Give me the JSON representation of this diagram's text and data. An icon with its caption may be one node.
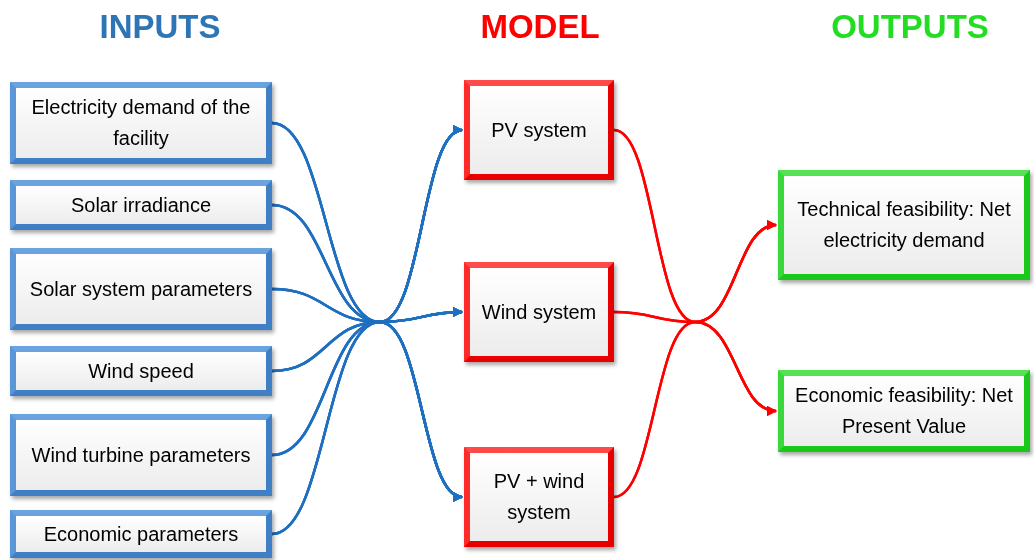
{
  "diagram": {
    "nodes": [
      {
        "text": [
          "Electricity demand of the facility"
        ]
      },
      {
        "text": [
          "Solar irradiance"
        ]
      },
      {
        "text": [
          "Solar system parameters"
        ]
      },
      {
        "text": [
          "Wind speed"
        ]
      },
      {
        "text": [
          "Wind turbine parameters"
        ]
      },
      {
        "text": [
          "Economic parameters"
        ]
      },
      {
        "text": [
          "PV system"
        ]
      },
      {
        "text": [
          "Wind system"
        ]
      },
      {
        "text": [
          "PV + wind system"
        ]
      },
      {
        "text": [
          "Technical feasibility: Net electricity demand"
        ]
      },
      {
        "text": [
          "Economic feasibility: Net Present Value"
        ]
      }
    ],
    "edges": [
      {
        "from": 0,
        "to": 6,
        "arrow": "to"
      },
      {
        "from": 0,
        "to": 7,
        "arrow": "to"
      },
      {
        "from": 0,
        "to": 8,
        "arrow": "to"
      },
      {
        "from": 1,
        "to": 6,
        "arrow": "to"
      },
      {
        "from": 1,
        "to": 7,
        "arrow": "to"
      },
      {
        "from": 1,
        "to": 8,
        "arrow": "to"
      },
      {
        "from": 2,
        "to": 6,
        "arrow": "to"
      },
      {
        "from": 2,
        "to": 7,
        "arrow": "to"
      },
      {
        "from": 2,
        "to": 8,
        "arrow": "to"
      },
      {
        "from": 3,
        "to": 6,
        "arrow": "to"
      },
      {
        "from": 3,
        "to": 7,
        "arrow": "to"
      },
      {
        "from": 3,
        "to": 8,
        "arrow": "to"
      },
      {
        "from": 4,
        "to": 6,
        "arrow": "to"
      },
      {
        "from": 4,
        "to": 7,
        "arrow": "to"
      },
      {
        "from": 4,
        "to": 8,
        "arrow": "to"
      },
      {
        "from": 5,
        "to": 6,
        "arrow": "to"
      },
      {
        "from": 5,
        "to": 7,
        "arrow": "to"
      },
      {
        "from": 5,
        "to": 8,
        "arrow": "to"
      },
      {
        "from": 6,
        "to": 9,
        "arrow": "to",
        "color": "#ff0000"
      },
      {
        "from": 6,
        "to": 10,
        "arrow": "to",
        "color": "#ff0000"
      },
      {
        "from": 7,
        "to": 9,
        "arrow": "to",
        "color": "#ff0000"
      },
      {
        "from": 7,
        "to": 10,
        "arrow": "to",
        "color": "#ff0000"
      },
      {
        "from": 8,
        "to": 9,
        "arrow": "to",
        "color": "#ff0000"
      },
      {
        "from": 8,
        "to": 10,
        "arrow": "to",
        "color": "#ff0000"
      }
    ],
    "labels": [
      "INPUTS",
      "MODEL",
      "OUTPUTS"
    ]
  }
}
